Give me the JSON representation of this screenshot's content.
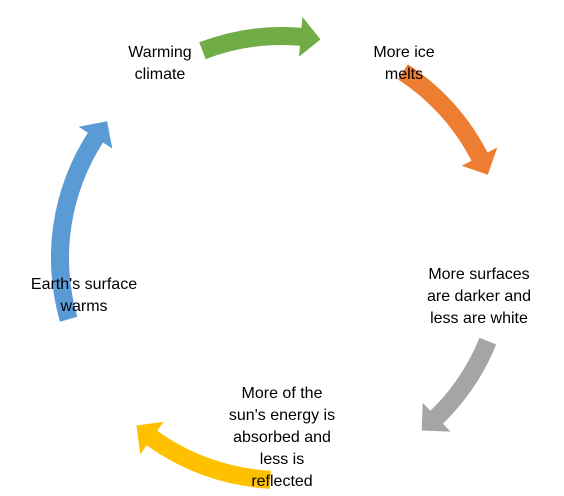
{
  "diagram": {
    "type": "cycle",
    "steps": [
      {
        "lines": [
          "Warming",
          "climate"
        ]
      },
      {
        "lines": [
          "More ice",
          "melts"
        ]
      },
      {
        "lines": [
          "More surfaces",
          "are darker and",
          "less are white"
        ]
      },
      {
        "lines": [
          "More of the",
          "sun's energy is",
          "absorbed and",
          "less is",
          "reflected"
        ]
      },
      {
        "lines": [
          "Earth's surface",
          "warms"
        ]
      }
    ],
    "arrows": [
      {
        "from": "Warming climate",
        "to": "More ice melts",
        "color": "#70AD47"
      },
      {
        "from": "More ice melts",
        "to": "More surfaces are darker and less are white",
        "color": "#ED7D31"
      },
      {
        "from": "More surfaces are darker and less are white",
        "to": "More of the sun's energy is absorbed and less is reflected",
        "color": "#A5A5A5"
      },
      {
        "from": "More of the sun's energy is absorbed and less is reflected",
        "to": "Earth's surface warms",
        "color": "#FFC000"
      },
      {
        "from": "Earth's surface warms",
        "to": "Warming climate",
        "color": "#5B9BD5"
      }
    ]
  }
}
